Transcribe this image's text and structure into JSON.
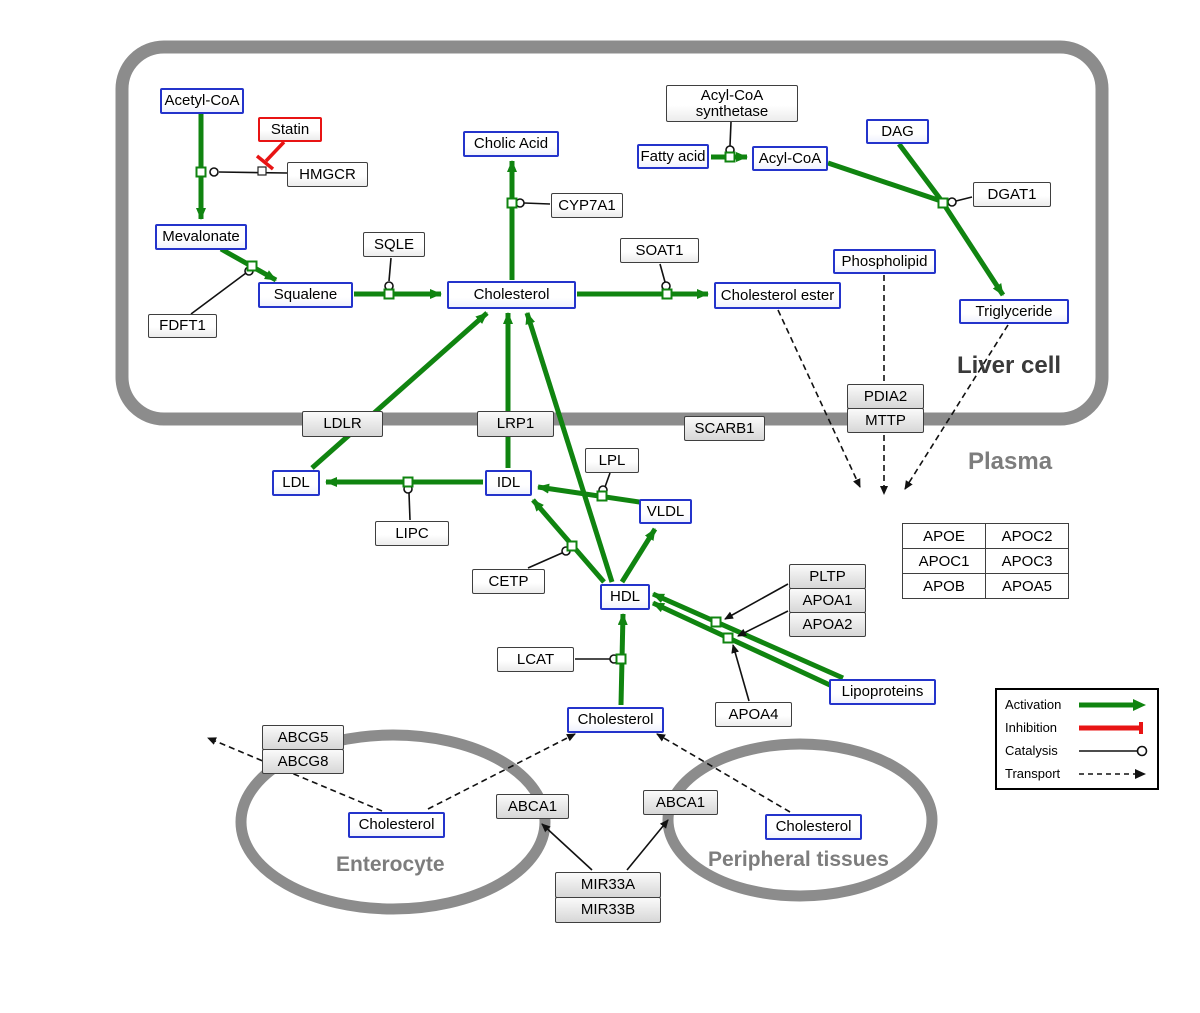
{
  "regions": {
    "liver": "Liver cell",
    "plasma": "Plasma",
    "enterocyte": "Enterocyte",
    "peripheral": "Peripheral tissues"
  },
  "nodes": {
    "acetyl_coa": "Acetyl-CoA",
    "statin": "Statin",
    "hmgcr": "HMGCR",
    "mevalonate": "Mevalonate",
    "fdft1": "FDFT1",
    "squalene": "Squalene",
    "sqle": "SQLE",
    "cholic_acid": "Cholic Acid",
    "cyp7a1": "CYP7A1",
    "cholesterol_liver": "Cholesterol",
    "soat1": "SOAT1",
    "cholesterol_ester": "Cholesterol ester",
    "acyl_coa_synthetase": "Acyl-CoA synthetase",
    "fatty_acid": "Fatty acid",
    "acyl_coa": "Acyl-CoA",
    "dag": "DAG",
    "dgat1": "DGAT1",
    "phospholipid": "Phospholipid",
    "triglyceride": "Triglyceride",
    "ldlr": "LDLR",
    "lrp1": "LRP1",
    "scarb1": "SCARB1",
    "pdia2": "PDIA2",
    "mttp": "MTTP",
    "ldl": "LDL",
    "idl": "IDL",
    "lipc": "LIPC",
    "lpl": "LPL",
    "vldl": "VLDL",
    "cetp": "CETP",
    "hdl": "HDL",
    "lcat": "LCAT",
    "cholesterol_plasma": "Cholesterol",
    "apoa4": "APOA4",
    "lipoproteins": "Lipoproteins",
    "pltp": "PLTP",
    "apoa1": "APOA1",
    "apoa2": "APOA2",
    "apoe": "APOE",
    "apoc2": "APOC2",
    "apoc1": "APOC1",
    "apoc3": "APOC3",
    "apob": "APOB",
    "apoa5": "APOA5",
    "abcg5": "ABCG5",
    "abcg8": "ABCG8",
    "cholesterol_enterocyte": "Cholesterol",
    "abca1_enterocyte": "ABCA1",
    "abca1_peripheral": "ABCA1",
    "cholesterol_peripheral": "Cholesterol",
    "mir33a": "MIR33A",
    "mir33b": "MIR33B"
  },
  "legend": {
    "activation": "Activation",
    "inhibition": "Inhibition",
    "catalysis": "Catalysis",
    "transport": "Transport"
  },
  "colors": {
    "activation_green": "#108410",
    "inhibition_red": "#e81414",
    "species_blue": "#2434cb",
    "membrane_gray": "#8c8c8c"
  }
}
